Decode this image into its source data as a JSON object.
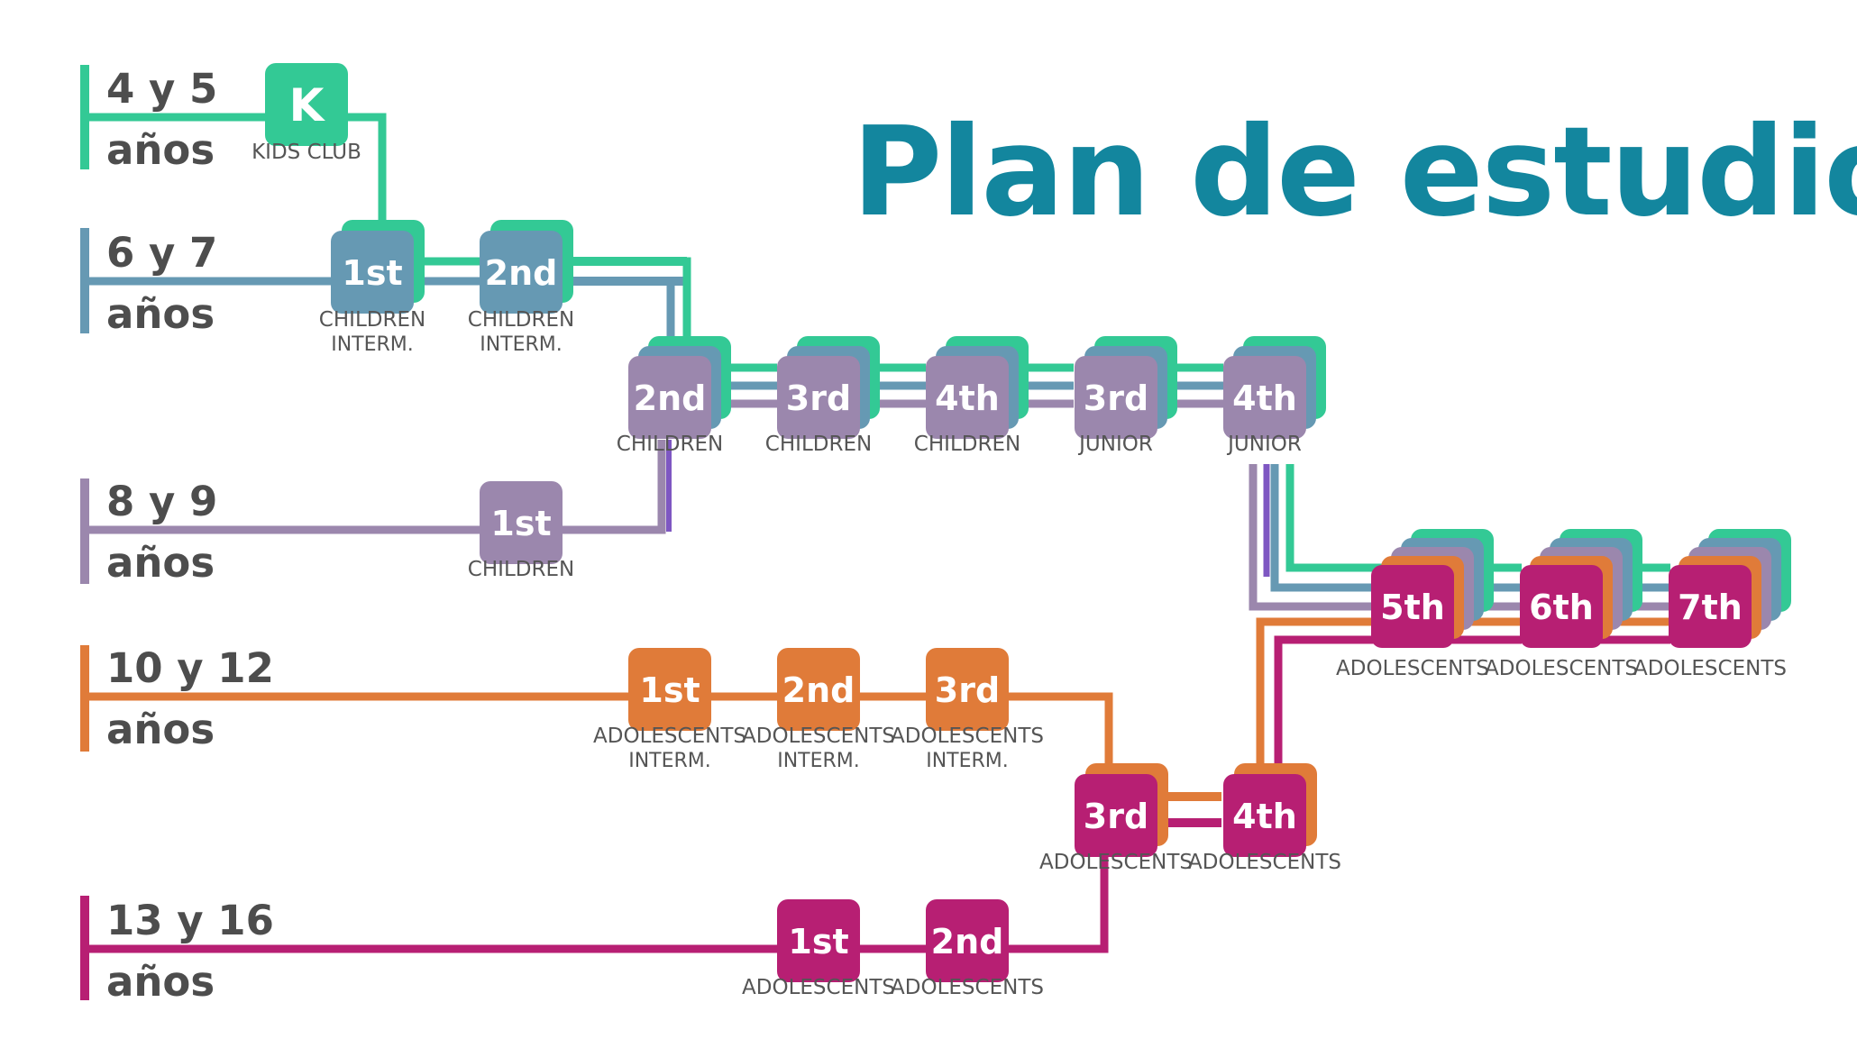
{
  "title": "Plan de estudio",
  "colors": {
    "green": "#33c995",
    "blue": "#6699b3",
    "purple": "#9b87ad",
    "violet": "#7e57c2",
    "orange": "#e07b39",
    "magenta": "#b71f73",
    "title": "#13869e",
    "ageText": "#4d4d4d",
    "caption": "#555555"
  },
  "ages": [
    {
      "line1": "4 y 5",
      "line2": "años",
      "color": "green"
    },
    {
      "line1": "6 y 7",
      "line2": "años",
      "color": "blue"
    },
    {
      "line1": "8 y 9",
      "line2": "años",
      "color": "purple"
    },
    {
      "line1": "10 y 12",
      "line2": "años",
      "color": "orange"
    },
    {
      "line1": "13 y 16",
      "line2": "años",
      "color": "magenta"
    }
  ],
  "levels": [
    {
      "label": "K",
      "caption": "KIDS CLUB"
    },
    {
      "label": "1st",
      "caption": "CHILDREN\nINTERM."
    },
    {
      "label": "2nd",
      "caption": "CHILDREN\nINTERM."
    },
    {
      "label": "2nd",
      "caption": "CHILDREN"
    },
    {
      "label": "3rd",
      "caption": "CHILDREN"
    },
    {
      "label": "4th",
      "caption": "CHILDREN"
    },
    {
      "label": "3rd",
      "caption": "JUNIOR"
    },
    {
      "label": "4th",
      "caption": "JUNIOR"
    },
    {
      "label": "1st",
      "caption": "CHILDREN"
    },
    {
      "label": "5th",
      "caption": "ADOLESCENTS"
    },
    {
      "label": "6th",
      "caption": "ADOLESCENTS"
    },
    {
      "label": "7th",
      "caption": "ADOLESCENTS"
    },
    {
      "label": "1st",
      "caption": "ADOLESCENTS\nINTERM."
    },
    {
      "label": "2nd",
      "caption": "ADOLESCENTS\nINTERM."
    },
    {
      "label": "3rd",
      "caption": "ADOLESCENTS\nINTERM."
    },
    {
      "label": "3rd",
      "caption": "ADOLESCENTS"
    },
    {
      "label": "4th",
      "caption": "ADOLESCENTS"
    },
    {
      "label": "1st",
      "caption": "ADOLESCENTS"
    },
    {
      "label": "2nd",
      "caption": "ADOLESCENTS"
    }
  ]
}
